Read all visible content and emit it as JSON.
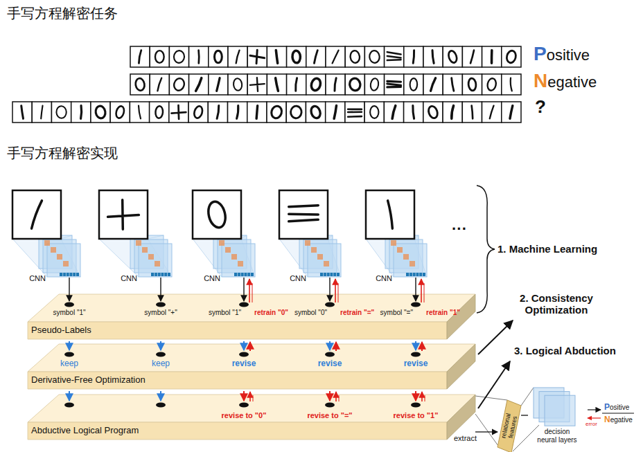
{
  "diagram": {
    "title": "手写方程解密任务",
    "nodes": [
      {
        "text": [
          "Pseudo-Labels"
        ]
      },
      {
        "text": [
          "Derivative-Free Optimization"
        ]
      },
      {
        "text": [
          "Abductive Logical Program"
        ]
      },
      {
        "text": [
          "relational features"
        ]
      },
      {
        "text": [
          "decision neural layers"
        ]
      }
    ],
    "edges": [
      {
        "from": 2,
        "to": 3,
        "arrow": "to",
        "label": "extract"
      },
      {
        "from": 3,
        "to": 4,
        "arrow": "none"
      }
    ],
    "labels": [
      "Positive",
      "Negative",
      "?",
      "手写方程解密实现",
      "CNN",
      "CNN",
      "CNN",
      "CNN",
      "CNN",
      "···",
      "1. Machine Learning",
      "2. Consistency Optimization",
      "3. Logical Abduction",
      "symbol \"1\"",
      "symbol \"+\"",
      "symbol \"1\"",
      "retrain \"0\"",
      "symbol \"0\"",
      "retrain \"=\"",
      "symbol \"=\"",
      "retrain \"1\"",
      "keep",
      "keep",
      "revise",
      "revise",
      "revise",
      "revise to \"0\"",
      "revise to \"=\"",
      "revise to \"1\"",
      "Positive",
      "Negative",
      "error"
    ]
  }
}
